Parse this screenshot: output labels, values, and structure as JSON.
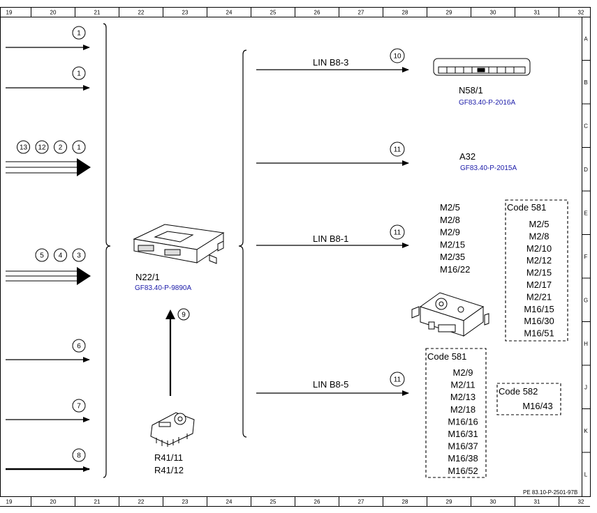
{
  "ruler": {
    "columns": [
      "19",
      "20",
      "21",
      "22",
      "23",
      "24",
      "25",
      "26",
      "27",
      "28",
      "29",
      "30",
      "31",
      "32"
    ],
    "rows": [
      "A",
      "B",
      "C",
      "D",
      "E",
      "F",
      "G",
      "H",
      "J",
      "K",
      "L"
    ]
  },
  "inputs": [
    {
      "callouts": [
        "1"
      ]
    },
    {
      "callouts": [
        "1"
      ]
    },
    {
      "callouts": [
        "13",
        "12",
        "2",
        "1"
      ]
    },
    {
      "callouts": [
        "5",
        "4",
        "3"
      ]
    },
    {
      "callouts": [
        "6"
      ]
    },
    {
      "callouts": [
        "7"
      ]
    },
    {
      "callouts": [
        "8"
      ]
    }
  ],
  "control_unit": {
    "label": "N22/1",
    "ref": "GF83.40-P-9890A"
  },
  "sensor": {
    "labels": [
      "R41/11",
      "R41/12"
    ],
    "callout": "9"
  },
  "outputs": [
    {
      "bus": "LIN B8-3",
      "callout": "10"
    },
    {
      "bus": "",
      "callout": "11"
    },
    {
      "bus": "LIN B8-1",
      "callout": "11"
    },
    {
      "bus": "LIN B8-5",
      "callout": "11"
    }
  ],
  "n58": {
    "label": "N58/1",
    "ref": "GF83.40-P-2016A"
  },
  "a32": {
    "label": "A32",
    "ref": "GF83.40-P-2015A"
  },
  "motors_b81": [
    "M2/5",
    "M2/8",
    "M2/9",
    "M2/15",
    "M2/35",
    "M16/22"
  ],
  "code_boxes": [
    {
      "title": "Code 581",
      "items": [
        "M2/5",
        "M2/8",
        "M2/10",
        "M2/12",
        "M2/15",
        "M2/17",
        "M2/21",
        "M16/15",
        "M16/30",
        "M16/51"
      ]
    },
    {
      "title": "Code 581",
      "items": [
        "M2/9",
        "M2/11",
        "M2/13",
        "M2/18",
        "M16/16",
        "M16/31",
        "M16/37",
        "M16/38",
        "M16/52"
      ]
    },
    {
      "title": "Code 582",
      "items": [
        "M16/43"
      ]
    }
  ],
  "footer_ref": "PE 83.10-P-2501-97B"
}
